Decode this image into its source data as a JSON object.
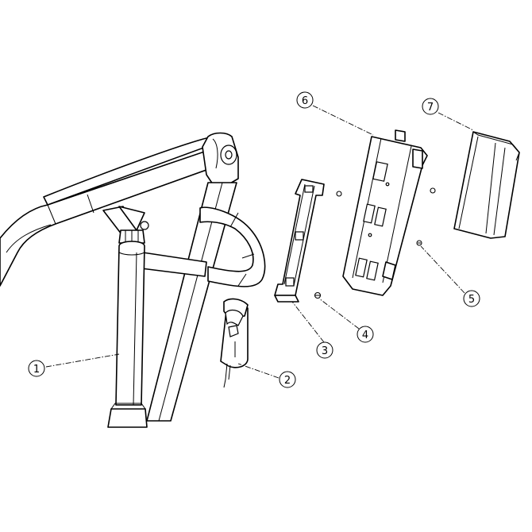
{
  "callouts": [
    {
      "label": "1"
    },
    {
      "label": "2"
    },
    {
      "label": "3"
    },
    {
      "label": "4"
    },
    {
      "label": "5"
    },
    {
      "label": "6"
    },
    {
      "label": "7"
    }
  ],
  "colors": {
    "line": "#000000",
    "background": "#ffffff"
  }
}
